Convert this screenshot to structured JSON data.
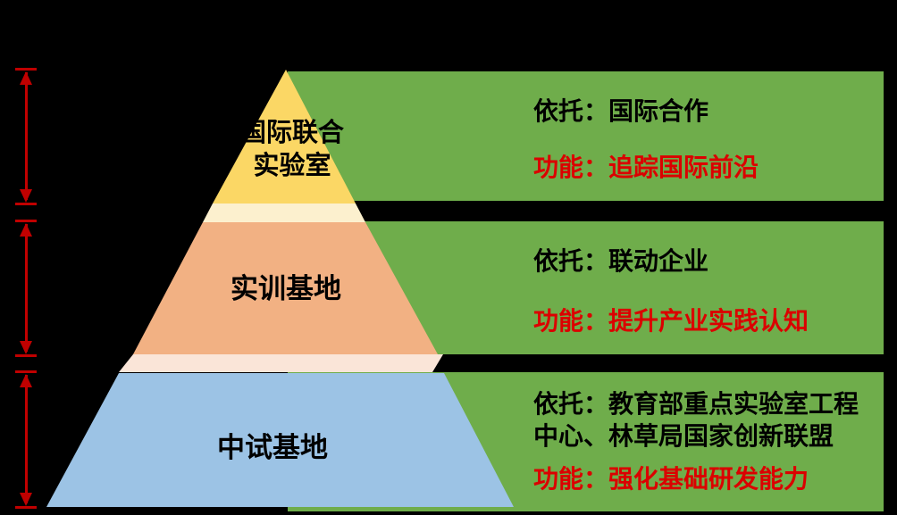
{
  "palette": {
    "background": "#000000",
    "green_panel": "#6FAD4B",
    "tier1_fill": "#FBD765",
    "tier1_fade": "#FCF0CE",
    "tier2_fill": "#F2B183",
    "tier2_fade": "#FAE5D8",
    "tier3_fill": "#9CC3E5",
    "arrow_red": "#C00000",
    "text_black": "#000000",
    "text_red": "#DB0000"
  },
  "pyramid": {
    "tier1_line1": "国际联合",
    "tier1_line2": "实验室",
    "tier2_label": "实训基地",
    "tier3_label": "中试基地"
  },
  "boxes": {
    "tier1": {
      "rely": "依托：国际合作",
      "func": "功能：追踪国际前沿"
    },
    "tier2": {
      "rely": "依托：联动企业",
      "func": "功能：提升产业实践认知"
    },
    "tier3": {
      "rely_line1": "依托：教育部重点实验室工程",
      "rely_line2": "中心、林草局国家创新联盟",
      "func": "功能：强化基础研发能力"
    }
  }
}
